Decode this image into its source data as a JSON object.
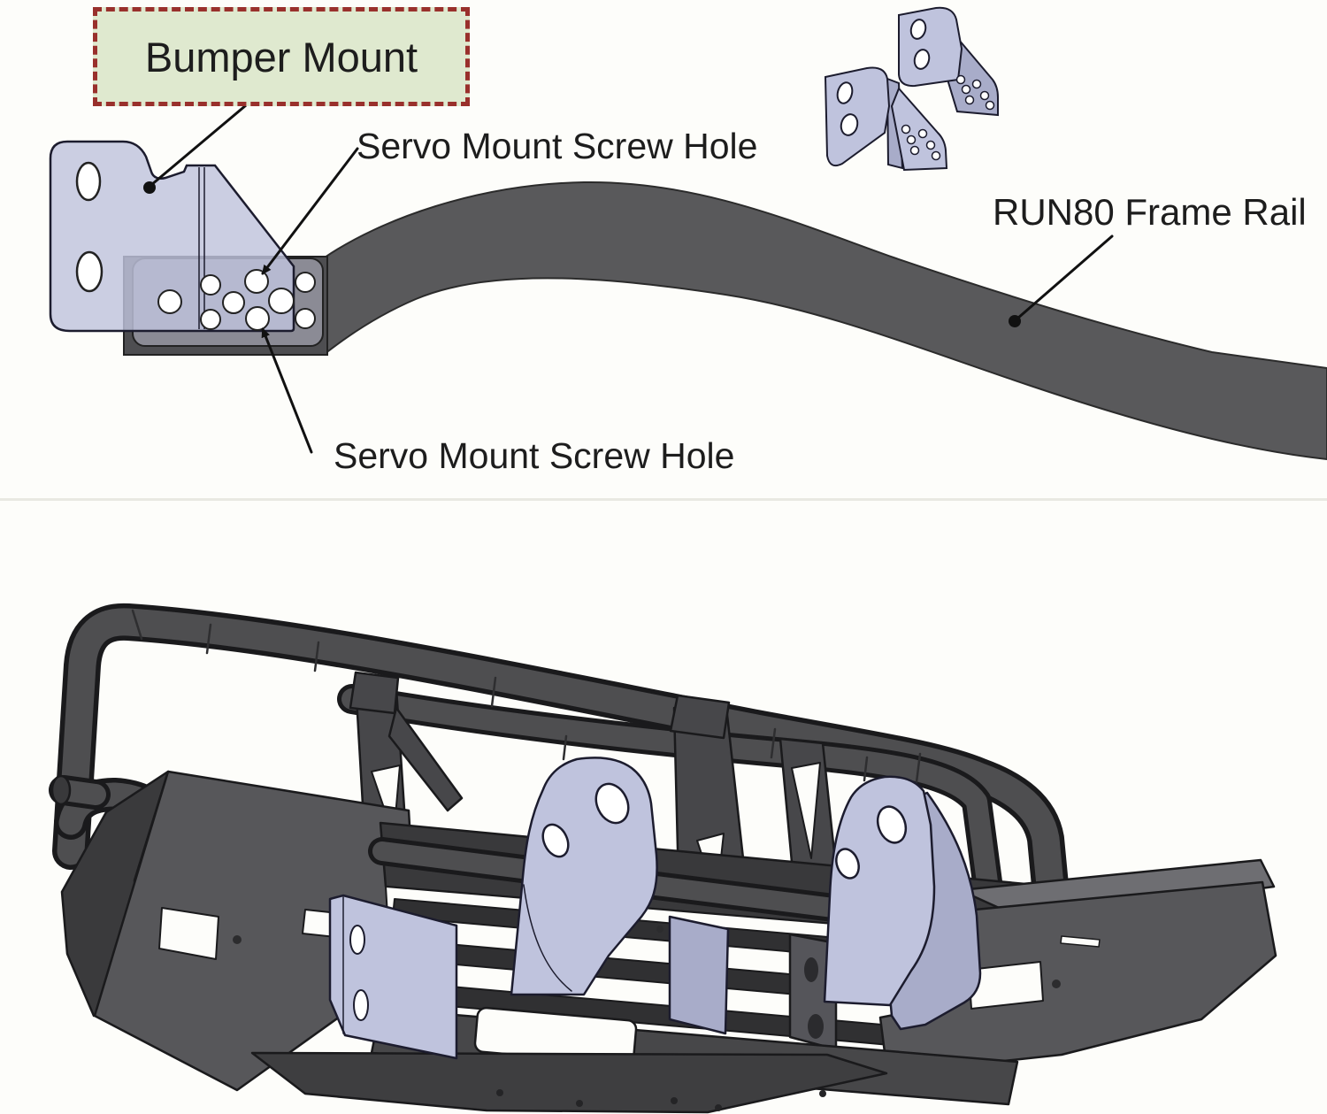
{
  "diagram": {
    "annotations": {
      "bumper_mount": {
        "label": "Bumper Mount",
        "style": "boxed-dashed"
      },
      "servo_top": {
        "label": "Servo Mount Screw Hole"
      },
      "servo_bottom": {
        "label": "Servo Mount Screw Hole"
      },
      "frame_rail": {
        "label": "RUN80 Frame Rail"
      }
    }
  },
  "colors": {
    "page-bg": "#fdfdfa",
    "text": "#1d1d1d",
    "label-box-bg": "#dfe9cf",
    "label-box-border": "#99302c",
    "leader": "#111111",
    "bracket-lavender": "#bfc3dd",
    "bracket-lavender-dark": "#a8acc9",
    "bracket-outline": "#1c1c2e",
    "rail-dark": "#59595b",
    "rail-block": "#4e4e51",
    "plate-grey": "#8b8b95",
    "body-dark": "#3a3a3c",
    "body-mid": "#57575a",
    "body-light": "#6e6e72",
    "tube": "#4e4e50",
    "outline": "#1a1a1c",
    "divider": "#e9e9e2",
    "hole-white": "#ffffff"
  }
}
